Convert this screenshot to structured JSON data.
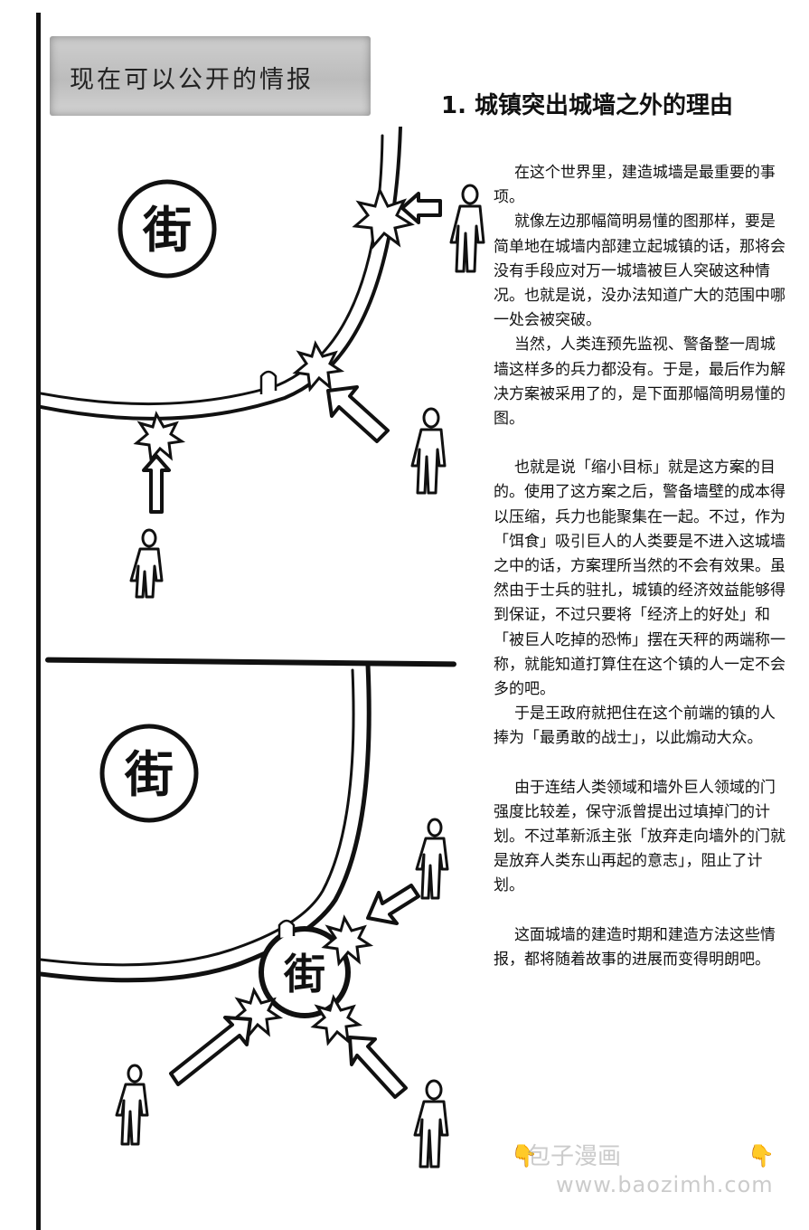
{
  "banner": {
    "label": "现在可以公开的情报"
  },
  "article": {
    "heading": "1. 城镇突出城墙之外的理由",
    "paragraphs": [
      {
        "text": "在这个世界里，建造城墙是最重要的事项。",
        "gap": false
      },
      {
        "text": "就像左边那幅简明易懂的图那样，要是简单地在城墙内部建立起城镇的话，那将会没有手段应对万一城墙被巨人突破这种情况。也就是说，没办法知道广大的范围中哪一处会被突破。",
        "gap": false
      },
      {
        "text": "当然，人类连预先监视、警备整一周城墙这样多的兵力都没有。于是，最后作为解决方案被采用了的，是下面那幅简明易懂的图。",
        "gap": false
      },
      {
        "text": "也就是说「缩小目标」就是这方案的目的。使用了这方案之后，警备墙壁的成本得以压缩，兵力也能聚集在一起。不过，作为「饵食」吸引巨人的人类要是不进入这城墙之中的话，方案理所当然的不会有效果。虽然由于士兵的驻扎，城镇的经济效益能够得到保证，不过只要将「经济上的好处」和「被巨人吃掉的恐怖」摆在天秤的两端称一称，就能知道打算住在这个镇的人一定不会多的吧。",
        "gap": true
      },
      {
        "text": "于是王政府就把住在这个前端的镇的人捧为「最勇敢的战士」，以此煽动大众。",
        "gap": false
      },
      {
        "text": "由于连结人类领域和墙外巨人领域的门强度比较差，保守派曾提出过填掉门的计划。不过革新派主张「放弃走向墙外的门就是放弃人类东山再起的意志」，阻止了计划。",
        "gap": true
      },
      {
        "text": "这面城墙的建造时期和建造方法这些情报，都将随着故事的进展而变得明朗吧。",
        "gap": true
      }
    ]
  },
  "diagrams": {
    "town_label": "街"
  },
  "watermark": {
    "line1": "包子漫画",
    "line2": "www.baozimh.com"
  },
  "colors": {
    "ink": "#111111",
    "banner_gray": "#c4c4c4",
    "watermark_gray": "#9a9a9a",
    "hand_yellow": "#f0b400"
  }
}
